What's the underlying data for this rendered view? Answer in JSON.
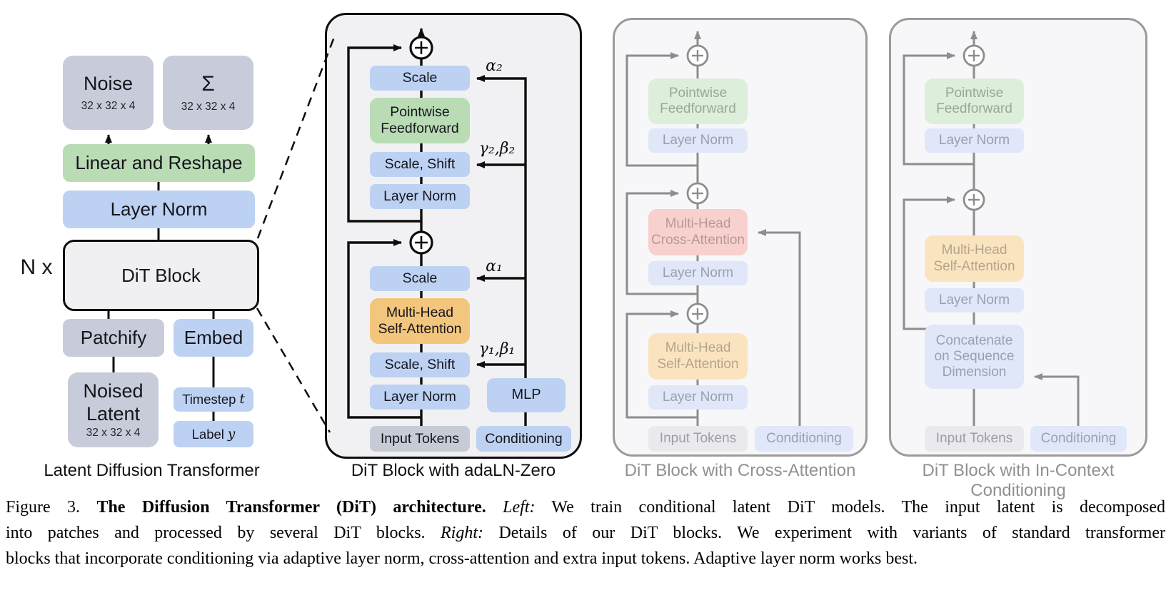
{
  "colors": {
    "active_blue": "#bdd2f3",
    "active_green": "#b9dcb4",
    "active_orange": "#f3c67d",
    "active_gray": "#c8ccda",
    "input_tokens_gray": "#c6cbd6",
    "faded_blue": "#dfe7f9",
    "faded_green": "#ddeeda",
    "faded_orange": "#fae4c0",
    "faded_pink": "#f8d0ce",
    "faded_gray": "#eaeaee",
    "panel_bg": "#f1f1f4",
    "faded_panel_bg": "#f7f7f9",
    "line_black": "#0d0d0d",
    "line_gray": "#8d8d8d"
  },
  "fig": {
    "left": {
      "nx": "N x",
      "noise": "Noise",
      "noise_size": "32 x 32 x 4",
      "sigma": "Σ",
      "sigma_size": "32 x 32 x 4",
      "linear": "Linear and Reshape",
      "layernorm": "Layer Norm",
      "dit": "DiT Block",
      "patchify": "Patchify",
      "embed": "Embed",
      "noised1": "Noised",
      "noised2": "Latent",
      "noised_size": "32 x 32 x 4",
      "timestep": "Timestep",
      "timestep_var": "t",
      "labely": "Label",
      "labely_var": "y",
      "caption": "Latent Diffusion Transformer"
    },
    "adaln": {
      "scale_top": "Scale",
      "alpha2": "α₂",
      "pff1": "Pointwise",
      "pff2": "Feedforward",
      "scaleshift_top": "Scale, Shift",
      "gb2": "γ₂,β₂",
      "ln_top": "Layer Norm",
      "scale_bot": "Scale",
      "alpha1": "α₁",
      "mhsa1": "Multi-Head",
      "mhsa2": "Self-Attention",
      "scaleshift_bot": "Scale, Shift",
      "gb1": "γ₁,β₁",
      "ln_bot": "Layer Norm",
      "input_tokens": "Input Tokens",
      "mlp": "MLP",
      "conditioning": "Conditioning",
      "caption": "DiT Block with adaLN-Zero"
    },
    "cross": {
      "pff1": "Pointwise",
      "pff2": "Feedforward",
      "ln_top": "Layer Norm",
      "mhca1": "Multi-Head",
      "mhca2": "Cross-Attention",
      "ln_mid": "Layer Norm",
      "mhsa1": "Multi-Head",
      "mhsa2": "Self-Attention",
      "ln_bot": "Layer Norm",
      "input_tokens": "Input Tokens",
      "conditioning": "Conditioning",
      "caption": "DiT Block with Cross-Attention"
    },
    "incontext": {
      "pff1": "Pointwise",
      "pff2": "Feedforward",
      "ln_top": "Layer Norm",
      "mhsa1": "Multi-Head",
      "mhsa2": "Self-Attention",
      "ln_mid": "Layer Norm",
      "concat1": "Concatenate",
      "concat2": "on Sequence",
      "concat3": "Dimension",
      "input_tokens": "Input Tokens",
      "conditioning": "Conditioning",
      "caption": "DiT Block with In-Context Conditioning"
    }
  },
  "caption": {
    "fig_label": "Figure 3. ",
    "bold": "The Diffusion Transformer (DiT) architecture.",
    "sp1": " ",
    "left_it": "Left:",
    "l1_rest": " We train conditional latent DiT models. The input latent is decomposed",
    "l2_start": "into patches and processed by several DiT blocks. ",
    "right_it": "Right:",
    "l2_rest": " Details of our DiT blocks. We experiment with variants of standard transformer",
    "l3": "blocks that incorporate conditioning via adaptive layer norm, cross-attention and extra input tokens. Adaptive layer norm works best."
  }
}
